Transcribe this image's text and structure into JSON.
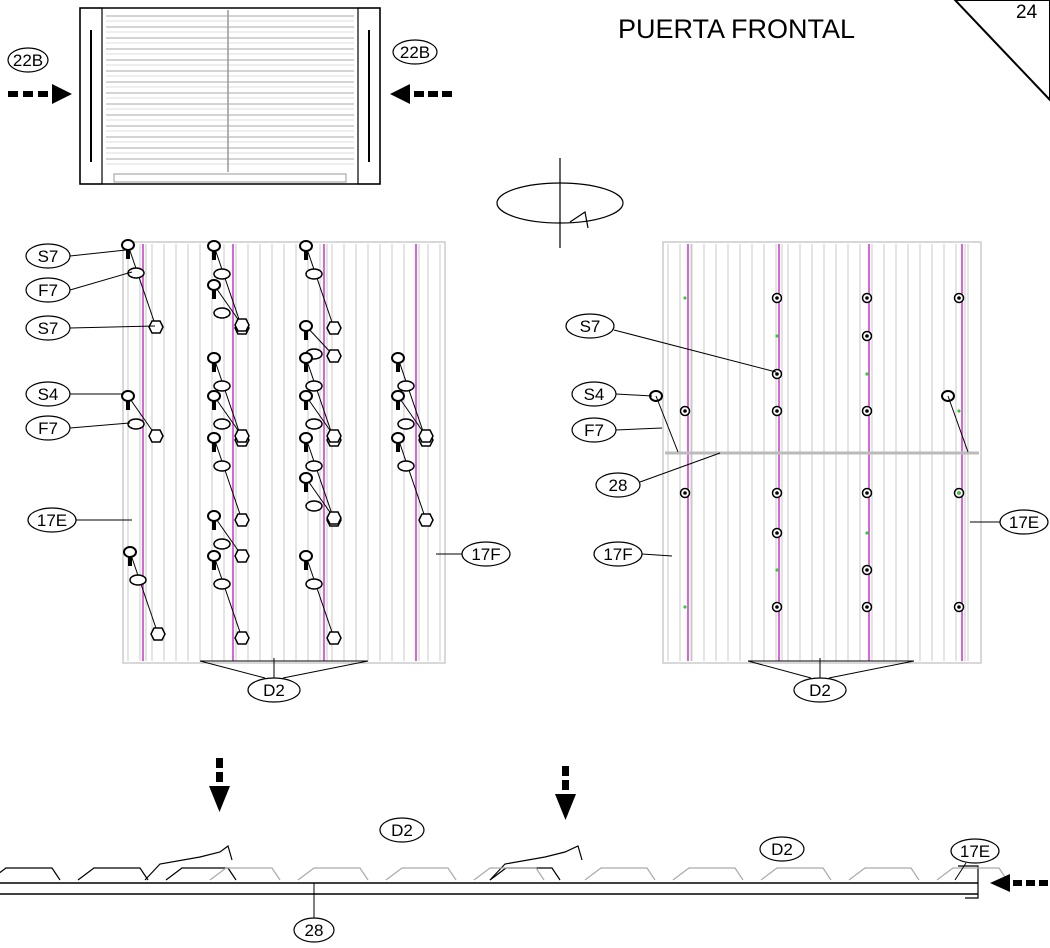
{
  "header": {
    "title": "PUERTA FRONTAL",
    "page_number": "24"
  },
  "top_view": {
    "left_label": "22B",
    "right_label": "22B"
  },
  "left_panel": {
    "labels": [
      "S7",
      "F7",
      "S7",
      "S4",
      "F7",
      "17E",
      "17F",
      "D2"
    ]
  },
  "right_panel": {
    "labels": [
      "S7",
      "S4",
      "F7",
      "28",
      "17F",
      "17E",
      "D2"
    ]
  },
  "section_view": {
    "labels": [
      "D2",
      "D2",
      "17E",
      "28"
    ]
  },
  "colors": {
    "line": "#000000",
    "panel_line": "#c8c8c8",
    "rib_accent": "#cc33cc",
    "hole_marker": "#33cc33"
  }
}
